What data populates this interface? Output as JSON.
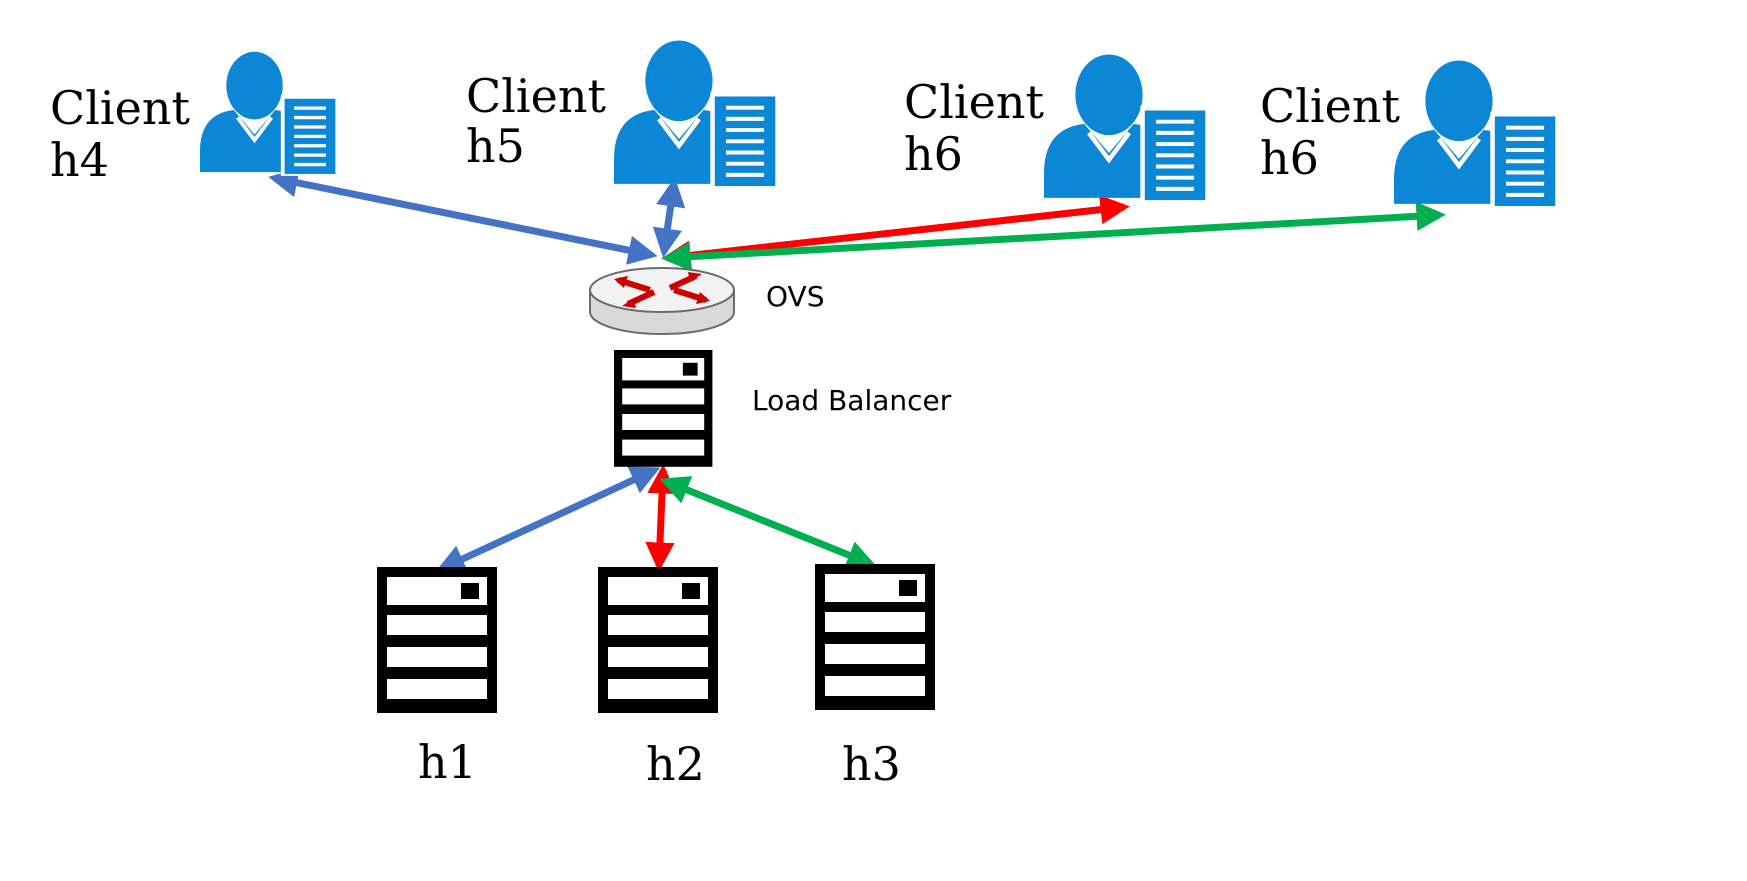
{
  "clients": [
    {
      "line1": "Client",
      "line2": "h4"
    },
    {
      "line1": "Client",
      "line2": "h5"
    },
    {
      "line1": "Client",
      "line2": "h6"
    },
    {
      "line1": "Client",
      "line2": "h6"
    }
  ],
  "switch_label": "OVS",
  "balancer_label": "Load Balancer",
  "servers": [
    {
      "label": "h1"
    },
    {
      "label": "h2"
    },
    {
      "label": "h3"
    }
  ],
  "colors": {
    "client_icon": "#0C87D6",
    "link_blue": "#4472C4",
    "link_red": "#FF0000",
    "link_green": "#00B050",
    "server": "#000000",
    "router_arrows": "#CC0000"
  },
  "icons": {
    "client": "user-with-document-icon",
    "switch": "router-icon",
    "server": "server-rack-icon"
  }
}
